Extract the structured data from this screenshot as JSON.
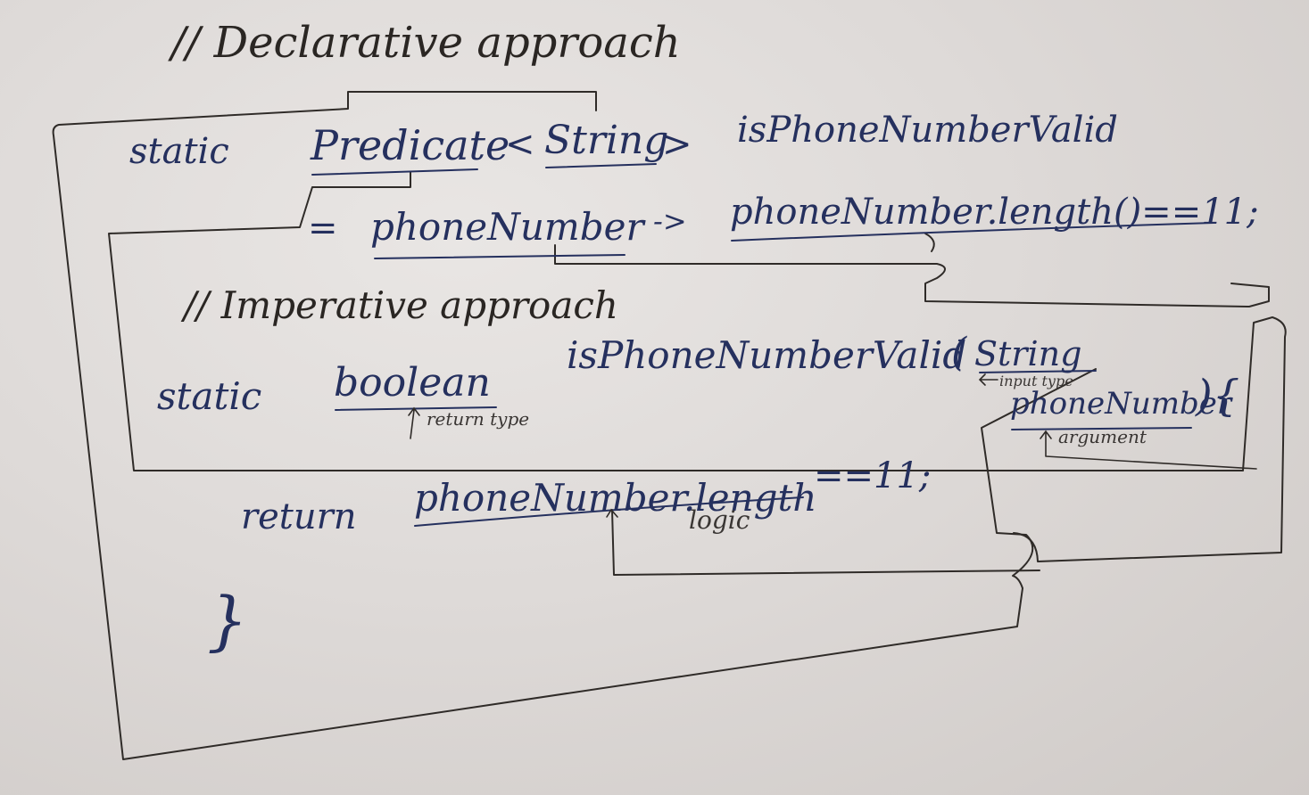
{
  "declarative": {
    "comment": "// Declarative approach",
    "line1": {
      "static_kw": "static",
      "type_name": "Predicate",
      "generic_open": "<",
      "generic_type": "String",
      "generic_close": ">",
      "method_name": "isPhoneNumberValid"
    },
    "line2": {
      "equals": "=",
      "param": "phoneNumber",
      "arrow": "->",
      "body": "phoneNumber.length()==11;"
    }
  },
  "imperative": {
    "comment": "// Imperative approach",
    "signature": {
      "static_kw": "static",
      "return_type": "boolean",
      "method_name": "isPhoneNumberValid",
      "open_paren": "(",
      "param_type": "String",
      "param_name": "phoneNumber",
      "close_paren_brace": "){"
    },
    "body": {
      "return_kw": "return",
      "expression": "phoneNumber.length",
      "comparison": "==11;"
    },
    "closing_brace": "}"
  },
  "annotations": {
    "return_type": "return type",
    "input_type": "input type",
    "argument": "argument",
    "logic": "logic"
  },
  "colors": {
    "board": "#dedad8",
    "black_ink": "#2a2623",
    "blue_ink": "#25305e"
  }
}
